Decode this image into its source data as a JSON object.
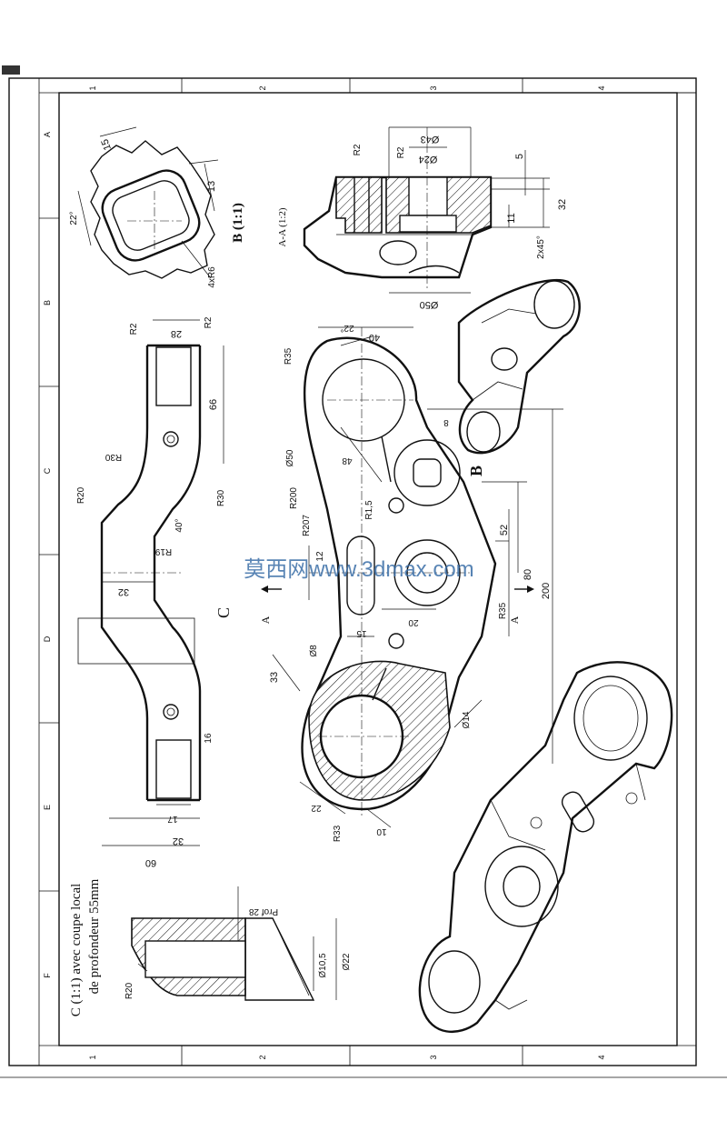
{
  "frame": {
    "top_zones": [
      "1",
      "2",
      "3",
      "4"
    ],
    "bottom_zones": [
      "1",
      "2",
      "3",
      "4"
    ],
    "left_zones": [
      "A",
      "B",
      "C",
      "D",
      "E",
      "F"
    ]
  },
  "watermark": "莫西网www.3dmax.com",
  "views": {
    "detail_b": {
      "title": "B (1:1)",
      "dims": [
        "15",
        "13",
        "22°",
        "4xR6"
      ]
    },
    "section_aa": {
      "title": "A-A (1:2)",
      "dims": [
        "R2",
        "R2",
        "Ø43",
        "Ø24",
        "5",
        "32",
        "11",
        "2x45°",
        "Ø50"
      ]
    },
    "side_view": {
      "title": "C",
      "dims": [
        "R2",
        "28",
        "R2",
        "66",
        "R30",
        "R20",
        "R30",
        "40°",
        "R19",
        "32",
        "16",
        "17",
        "32",
        "60"
      ]
    },
    "main_view": {
      "dims": [
        "R35",
        "22°",
        "40",
        "Ø50",
        "48",
        "8",
        "R200",
        "R1,5",
        "R207",
        "52",
        "200",
        "80",
        "R35",
        "20",
        "15",
        "12",
        "Ø8",
        "33",
        "Ø14",
        "R33",
        "22",
        "10"
      ],
      "section_letters": [
        "A",
        "A"
      ],
      "detail_letter": "B"
    },
    "detail_c": {
      "title_line1": "C (1:1) avec coupe local",
      "title_line2": "de profondeur 55mm",
      "dims": [
        "Prof 28",
        "Ø10,5",
        "Ø22",
        "R20"
      ]
    }
  }
}
